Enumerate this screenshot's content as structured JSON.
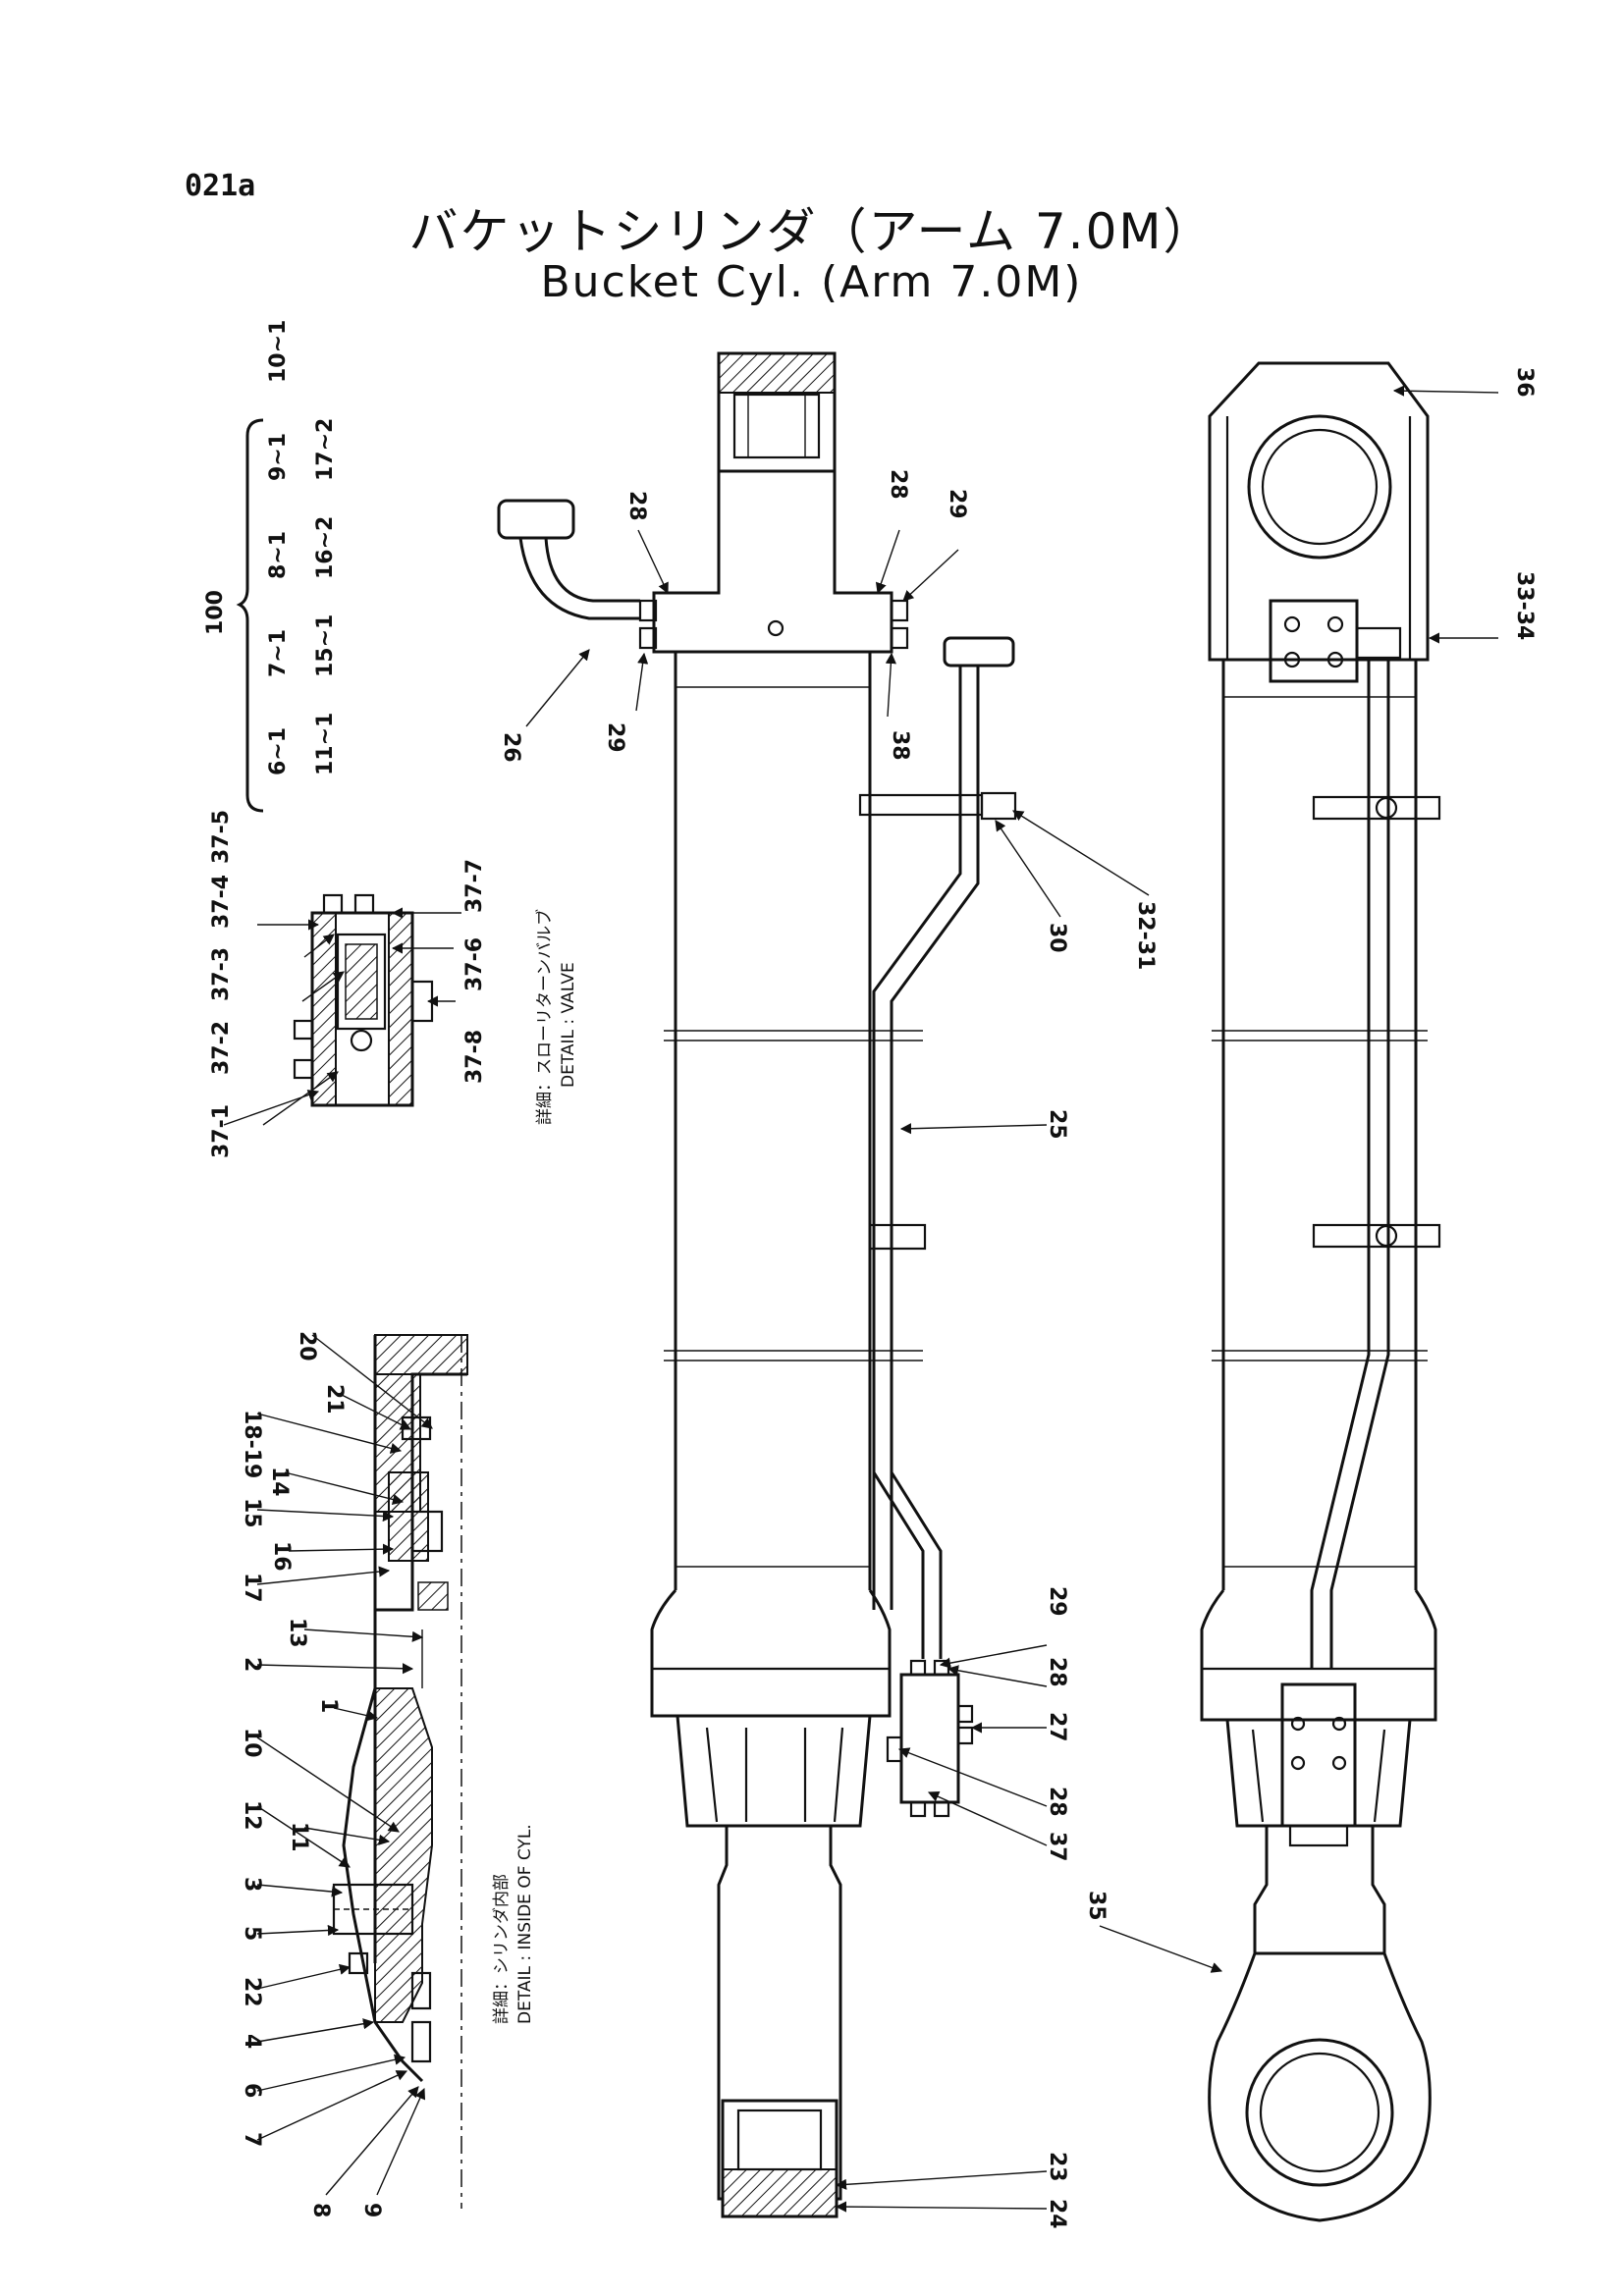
{
  "header": {
    "page_number": "021a",
    "title_jp": "バケットシリンダ（アーム 7.0M）",
    "title_en": "Bucket Cyl. (Arm 7.0M)"
  },
  "kit": {
    "label": "100",
    "row1": [
      "6~1",
      "7~1",
      "8~1",
      "9~1",
      "10~1"
    ],
    "row2": [
      "11~1",
      "15~1",
      "16~2",
      "17~2"
    ]
  },
  "valve_detail": {
    "title_jp": "詳細：スローリターンバルブ",
    "title_en": "DETAIL : VALVE",
    "labels": [
      "37-1",
      "37-2",
      "37-3",
      "37-4",
      "37-5",
      "37-6",
      "37-7",
      "37-8"
    ]
  },
  "cyl_detail": {
    "title_jp": "詳細：シリンダ内部",
    "title_en": "DETAIL : INSIDE OF CYL.",
    "labels": [
      "20",
      "21",
      "18-19",
      "14",
      "15",
      "16",
      "17",
      "13",
      "2",
      "1",
      "10",
      "11",
      "12",
      "3",
      "5",
      "22",
      "4",
      "6",
      "7",
      "8",
      "9"
    ]
  },
  "side_view": {
    "labels": [
      "28",
      "28",
      "29",
      "26",
      "29",
      "38",
      "32-31",
      "30",
      "25",
      "29",
      "28",
      "27",
      "28",
      "37",
      "23",
      "24"
    ]
  },
  "top_view": {
    "labels": [
      "36",
      "33-34",
      "35"
    ]
  }
}
